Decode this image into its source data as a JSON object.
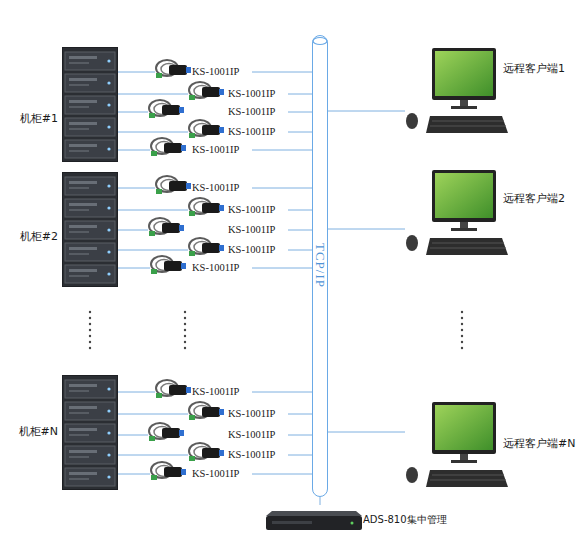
{
  "diagram": {
    "nodes": [
      {
        "text": [
          "机柜#1"
        ]
      },
      {
        "text": [
          "KS-1001IP"
        ]
      },
      {
        "text": [
          "KS-1001IP"
        ]
      },
      {
        "text": [
          "KS-1001IP"
        ]
      },
      {
        "text": [
          "KS-1001IP"
        ]
      },
      {
        "text": [
          "KS-1001IP"
        ]
      },
      {
        "text": [
          "机柜#2"
        ]
      },
      {
        "text": [
          "KS-1001IP"
        ]
      },
      {
        "text": [
          "KS-1001IP"
        ]
      },
      {
        "text": [
          "KS-1001IP"
        ]
      },
      {
        "text": [
          "KS-1001IP"
        ]
      },
      {
        "text": [
          "KS-1001IP"
        ]
      },
      {
        "text": [
          "机柜#N"
        ]
      },
      {
        "text": [
          "KS-1001IP"
        ]
      },
      {
        "text": [
          "KS-1001IP"
        ]
      },
      {
        "text": [
          "KS-1001IP"
        ]
      },
      {
        "text": [
          "KS-1001IP"
        ]
      },
      {
        "text": [
          "KS-1001IP"
        ]
      },
      {
        "text": [
          "TCP/IP"
        ]
      },
      {
        "text": [
          "远程客户端1"
        ]
      },
      {
        "text": [
          "远程客户端2"
        ]
      },
      {
        "text": [
          "远程客户端#N"
        ]
      },
      {
        "text": [
          "ADS-810集中管理"
        ]
      }
    ],
    "edges": [
      {
        "from": 0,
        "to": 1,
        "arrow": "none"
      },
      {
        "from": 0,
        "to": 2,
        "arrow": "none"
      },
      {
        "from": 0,
        "to": 3,
        "arrow": "none"
      },
      {
        "from": 0,
        "to": 4,
        "arrow": "none"
      },
      {
        "from": 0,
        "to": 5,
        "arrow": "none"
      },
      {
        "from": 1,
        "to": 18,
        "arrow": "none"
      },
      {
        "from": 2,
        "to": 18,
        "arrow": "none"
      },
      {
        "from": 3,
        "to": 18,
        "arrow": "none"
      },
      {
        "from": 4,
        "to": 18,
        "arrow": "none"
      },
      {
        "from": 5,
        "to": 18,
        "arrow": "none"
      },
      {
        "from": 6,
        "to": 7,
        "arrow": "none"
      },
      {
        "from": 6,
        "to": 8,
        "arrow": "none"
      },
      {
        "from": 6,
        "to": 9,
        "arrow": "none"
      },
      {
        "from": 6,
        "to": 10,
        "arrow": "none"
      },
      {
        "from": 6,
        "to": 11,
        "arrow": "none"
      },
      {
        "from": 7,
        "to": 18,
        "arrow": "none"
      },
      {
        "from": 8,
        "to": 18,
        "arrow": "none"
      },
      {
        "from": 9,
        "to": 18,
        "arrow": "none"
      },
      {
        "from": 10,
        "to": 18,
        "arrow": "none"
      },
      {
        "from": 11,
        "to": 18,
        "arrow": "none"
      },
      {
        "from": 12,
        "to": 13,
        "arrow": "none"
      },
      {
        "from": 12,
        "to": 14,
        "arrow": "none"
      },
      {
        "from": 12,
        "to": 15,
        "arrow": "none"
      },
      {
        "from": 12,
        "to": 16,
        "arrow": "none"
      },
      {
        "from": 12,
        "to": 17,
        "arrow": "none"
      },
      {
        "from": 13,
        "to": 18,
        "arrow": "none"
      },
      {
        "from": 14,
        "to": 18,
        "arrow": "none"
      },
      {
        "from": 15,
        "to": 18,
        "arrow": "none"
      },
      {
        "from": 16,
        "to": 18,
        "arrow": "none"
      },
      {
        "from": 17,
        "to": 18,
        "arrow": "none"
      },
      {
        "from": 18,
        "to": 19,
        "arrow": "none"
      },
      {
        "from": 18,
        "to": 20,
        "arrow": "none"
      },
      {
        "from": 18,
        "to": 21,
        "arrow": "none"
      },
      {
        "from": 18,
        "to": 22,
        "arrow": "none"
      }
    ]
  }
}
